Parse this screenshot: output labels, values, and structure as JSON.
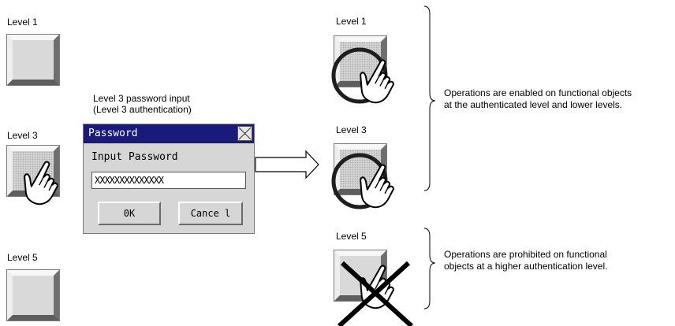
{
  "left_column": {
    "level1_label": "Level 1",
    "level3_label": "Level 3",
    "level5_label": "Level 5"
  },
  "dialog": {
    "caption_line1": "Level 3 password input",
    "caption_line2": "(Level 3 authentication)",
    "title": "Password",
    "prompt": "Input Password",
    "input_value": "XXXXXXXXXXXXXX",
    "ok_label": "0K",
    "cancel_label": "Cance l"
  },
  "right_column": {
    "level1_label": "Level 1",
    "level3_label": "Level 3",
    "level5_label": "Level 5",
    "enabled_note": "Operations are enabled on functional objects\nat the authenticated level and lower levels.",
    "prohibited_note": "Operations are prohibited on functional\nobjects at a higher authentication level."
  },
  "icons": [
    "hand-pointer-icon",
    "circle-allowed-icon",
    "cross-prohibited-icon",
    "arrow-right-icon",
    "close-icon",
    "brace-icon"
  ]
}
